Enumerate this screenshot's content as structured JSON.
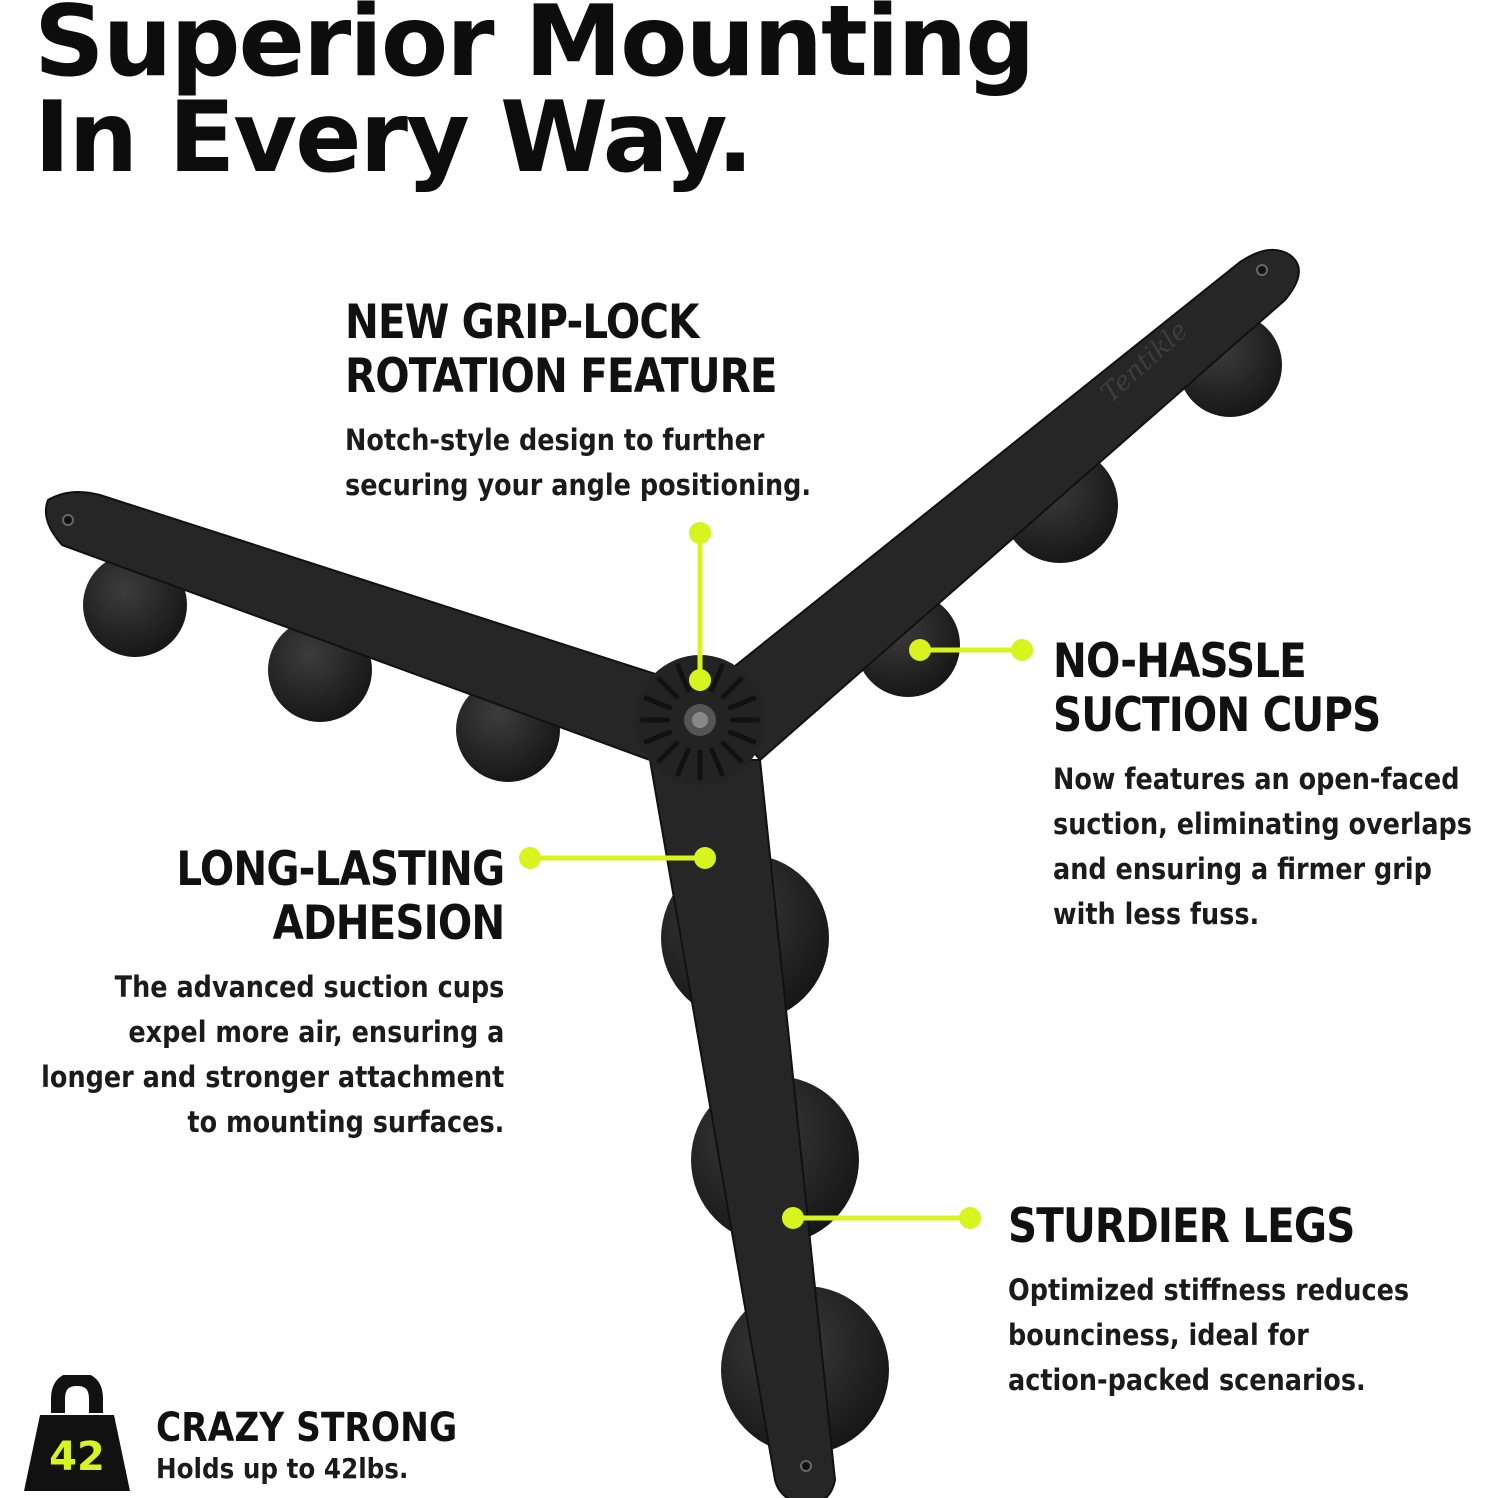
{
  "headline": {
    "line1": "Superior Mounting",
    "line2": "In Every Way."
  },
  "product": {
    "brand_mark": "Tentikle",
    "accent_color": "#d8f41f",
    "body_color": "#2a2a2a"
  },
  "callouts": {
    "grip_lock": {
      "title_line1": "NEW GRIP-LOCK",
      "title_line2": "ROTATION FEATURE",
      "body_line1": "Notch-style design to further",
      "body_line2": "securing your angle positioning."
    },
    "suction_cups": {
      "title_line1": "NO-HASSLE",
      "title_line2": "SUCTION CUPS",
      "body_line1": "Now features an open-faced",
      "body_line2": "suction, eliminating overlaps",
      "body_line3": "and ensuring a firmer grip",
      "body_line4": "with less fuss."
    },
    "adhesion": {
      "title_line1": "LONG-LASTING",
      "title_line2": "ADHESION",
      "body_line1": "The advanced suction cups",
      "body_line2": "expel more air, ensuring a",
      "body_line3": "longer and stronger attachment",
      "body_line4": "to mounting surfaces."
    },
    "legs": {
      "title_line1": "STURDIER LEGS",
      "body_line1": "Optimized stiffness reduces",
      "body_line2": "bounciness, ideal for",
      "body_line3": "action-packed scenarios."
    }
  },
  "badge": {
    "weight_number": "42",
    "title": "CRAZY STRONG",
    "subtitle": "Holds up to 42lbs."
  }
}
